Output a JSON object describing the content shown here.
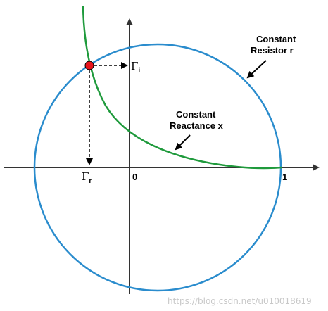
{
  "labels": {
    "constant_resistor_line1": "Constant",
    "constant_resistor_line2": "Resistor r",
    "constant_reactance_line1": "Constant",
    "constant_reactance_line2": "Reactance x",
    "origin": "0",
    "one": "1",
    "gamma_symbol": "Γ",
    "gamma_i_sub": "i",
    "gamma_r_sub": "r"
  },
  "watermark": "https://blog.csdn.net/u010018619",
  "colors": {
    "circle": "#2a8ccd",
    "reactance_curve": "#1f9a3c",
    "point": "#e8141c",
    "axes": "#333333"
  }
}
